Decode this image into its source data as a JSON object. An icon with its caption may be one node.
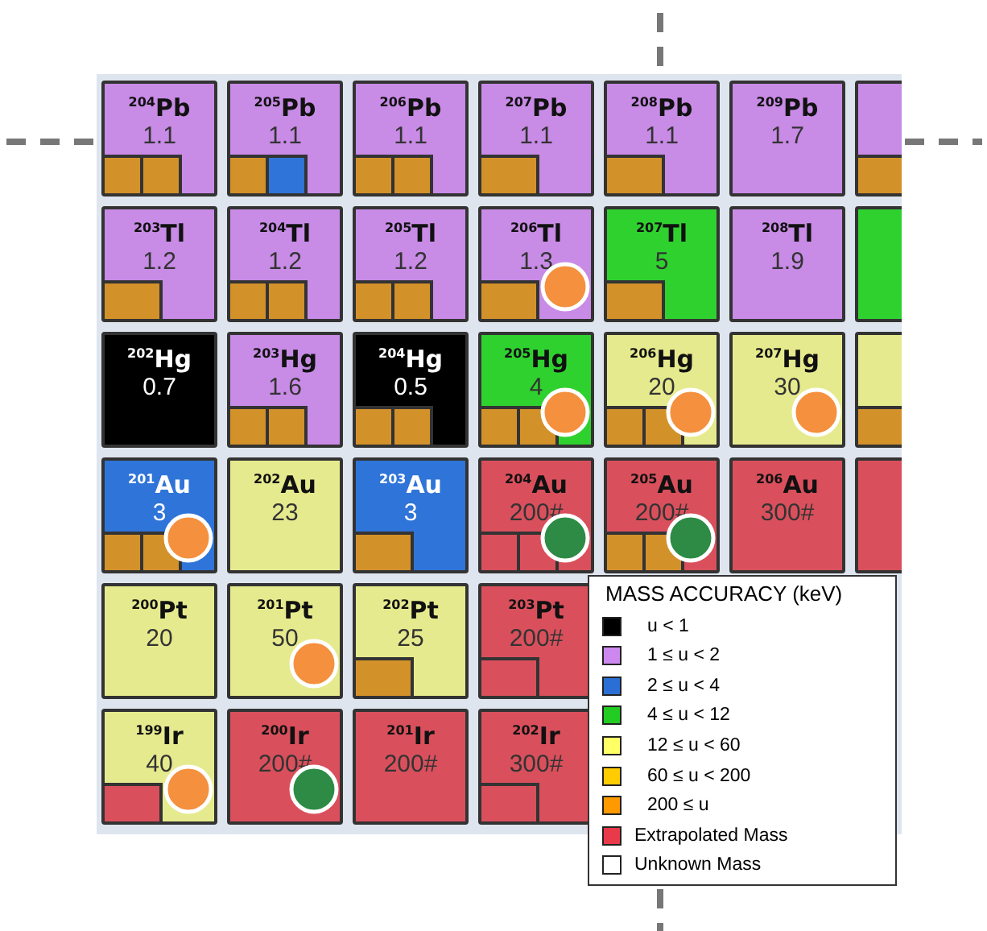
{
  "diagram": {
    "nodes": [
      {
        "text": [
          "$^{204}$Pb",
          "1.1"
        ]
      },
      {
        "text": [
          "$^{205}$Pb",
          "1.1"
        ]
      },
      {
        "text": [
          "$^{206}$Pb",
          "1.1"
        ]
      },
      {
        "text": [
          "$^{207}$Pb",
          "1.1"
        ]
      },
      {
        "text": [
          "$^{208}$Pb",
          "1.1"
        ]
      },
      {
        "text": [
          "$^{209}$Pb",
          "1.7"
        ]
      },
      {
        "text": [
          "$^{203}$Tl",
          "1.2"
        ]
      },
      {
        "text": [
          "$^{204}$Tl",
          "1.2"
        ]
      },
      {
        "text": [
          "$^{205}$Tl",
          "1.2"
        ]
      },
      {
        "text": [
          "$^{206}$Tl",
          "1.3"
        ]
      },
      {
        "text": [
          "$^{207}$Tl",
          "5"
        ]
      },
      {
        "text": [
          "$^{208}$Tl",
          "1.9"
        ]
      },
      {
        "text": [
          "$^{202}$Hg",
          "0.7"
        ]
      },
      {
        "text": [
          "$^{203}$Hg",
          "1.6"
        ]
      },
      {
        "text": [
          "$^{204}$Hg",
          "0.5"
        ]
      },
      {
        "text": [
          "$^{205}$Hg",
          "4"
        ]
      },
      {
        "text": [
          "$^{206}$Hg",
          "20"
        ]
      },
      {
        "text": [
          "$^{207}$Hg",
          "30"
        ]
      },
      {
        "text": [
          "$^{201}$Au",
          "3"
        ]
      },
      {
        "text": [
          "$^{202}$Au",
          "23"
        ]
      },
      {
        "text": [
          "$^{203}$Au",
          "3"
        ]
      },
      {
        "text": [
          "$^{204}$Au",
          "200#"
        ]
      },
      {
        "text": [
          "$^{205}$Au",
          "200#"
        ]
      },
      {
        "text": [
          "$^{206}$Au",
          "300#"
        ]
      },
      {
        "text": [
          "$^{200}$Pt",
          "20"
        ]
      },
      {
        "text": [
          "$^{201}$Pt",
          "50"
        ]
      },
      {
        "text": [
          "$^{202}$Pt",
          "25"
        ]
      },
      {
        "text": [
          "$^{203}$Pt",
          "200#"
        ]
      },
      {
        "text": [
          "$^{199}$Ir",
          "40"
        ]
      },
      {
        "text": [
          "$^{200}$Ir",
          "200#"
        ]
      },
      {
        "text": [
          "$^{201}$Ir",
          "200#"
        ]
      },
      {
        "text": [
          "$^{202}$Ir",
          "300#"
        ]
      }
    ],
    "labels": [
      "MASS ACCURACY (keV)"
    ],
    "legend": [
      {
        "text": "u < 1",
        "color": "#000000"
      },
      {
        "text": "1 ≤ u < 2",
        "color": "#cc88ee"
      },
      {
        "text": "2 ≤ u < 4",
        "color": "#2b6fd6"
      },
      {
        "text": "4 ≤ u < 12",
        "color": "#22cc22"
      },
      {
        "text": "12 ≤ u < 60",
        "color": "#ffff66"
      },
      {
        "text": "60 ≤ u < 200",
        "color": "#ffcc00"
      },
      {
        "text": "200 ≤ u",
        "color": "#ff9900"
      },
      {
        "text": "Extrapolated Mass",
        "color": "#e83a4a"
      },
      {
        "text": "Unknown Mass",
        "color": "#ffffff"
      }
    ]
  }
}
